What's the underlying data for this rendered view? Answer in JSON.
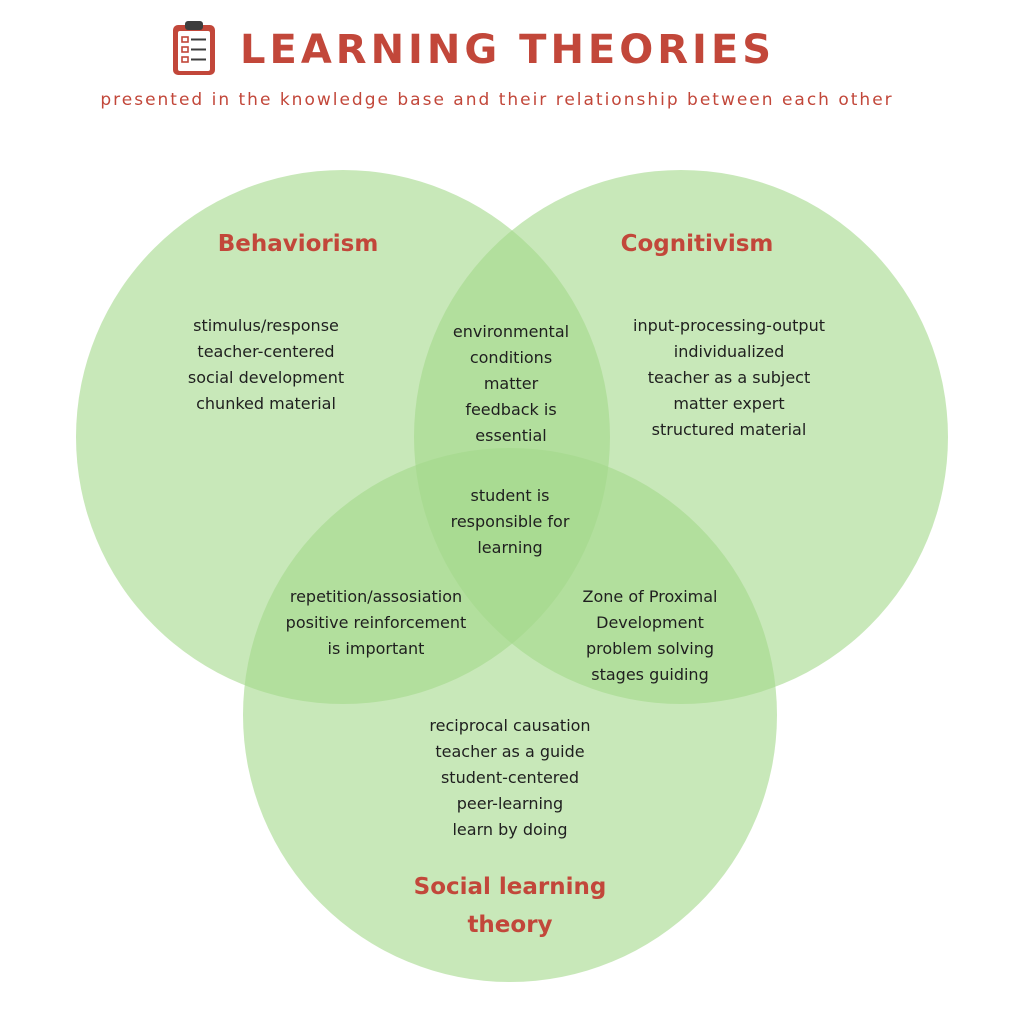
{
  "header": {
    "title": "LEARNING THEORIES",
    "subtitle": "presented in the knowledge base and their relationship between each other",
    "icon": "clipboard-checklist-icon"
  },
  "colors": {
    "accent": "#c2473a",
    "circle_fill": "#a3d98a",
    "text": "#1f1f1f"
  },
  "sets": {
    "behaviorism": "Behaviorism",
    "cognitivism": "Cognitivism",
    "social": [
      "Social learning",
      "theory"
    ]
  },
  "regions": {
    "behaviorism_only": [
      "stimulus/response",
      "teacher-centered",
      "social development",
      "chunked material"
    ],
    "cognitivism_only": [
      "input-processing-output",
      "individualized",
      "teacher as a subject",
      "matter expert",
      "structured material"
    ],
    "behaviorism_cognitivism": [
      "environmental",
      "conditions",
      "matter",
      "feedback is",
      "essential"
    ],
    "all_three": [
      "student is",
      "responsible for",
      "learning"
    ],
    "behaviorism_social": [
      "repetition/assosiation",
      "positive reinforcement",
      "is important"
    ],
    "cognitivism_social": [
      "Zone of Proximal",
      "Development",
      "problem solving",
      "stages guiding"
    ],
    "social_only": [
      "reciprocal causation",
      "teacher as a guide",
      "student-centered",
      "peer-learning",
      "learn by doing"
    ]
  }
}
